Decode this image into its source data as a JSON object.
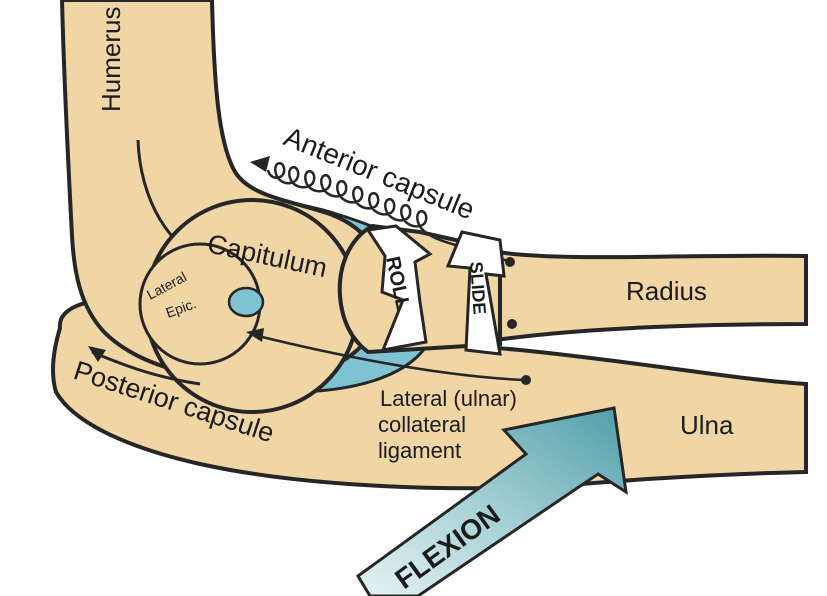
{
  "labels": {
    "humerus": "Humerus",
    "anterior_capsule": "Anterior capsule",
    "capitulum": "Capitulum",
    "lateral_epic_line1": "Lateral",
    "lateral_epic_line2": "Epic.",
    "roll": "ROLL",
    "slide": "SLIDE",
    "radius": "Radius",
    "posterior_capsule": "Posterior capsule",
    "lateral_ligament_line1": "Lateral (ulnar)",
    "lateral_ligament_line2": "collateral",
    "lateral_ligament_line3": "ligament",
    "ulna": "Ulna",
    "flexion": "FLEXION"
  },
  "colors": {
    "bone": "#f0d5a5",
    "outline": "#262626",
    "synovial_blue": "#7fc3d3",
    "arrow_fill": "#ffffff",
    "flexion_teal": "#5ba7b0",
    "flexion_light": "#d8ecee"
  }
}
